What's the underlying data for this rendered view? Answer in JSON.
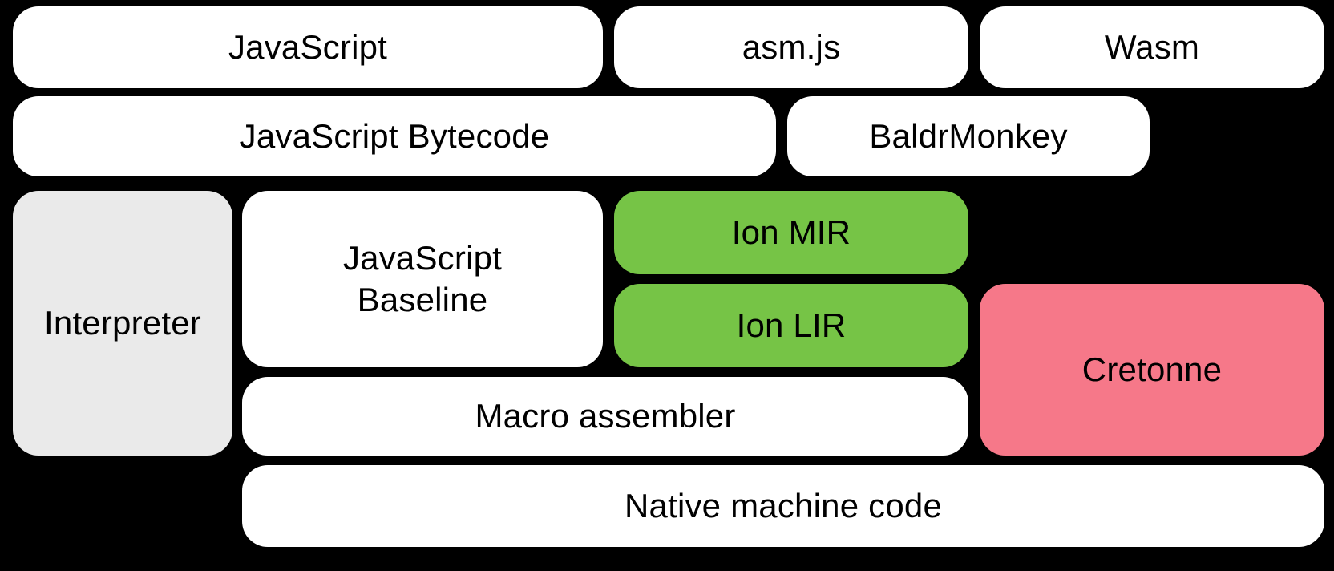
{
  "palette": {
    "background": "#000000",
    "node_default": "#FFFFFF",
    "node_interpreter": "#EAEAEA",
    "node_ion": "#76C446",
    "node_cretonne": "#F67889",
    "text": "#000000"
  },
  "nodes": {
    "javascript": {
      "label": "JavaScript"
    },
    "asmjs": {
      "label": "asm.js"
    },
    "wasm": {
      "label": "Wasm"
    },
    "javascript_bytecode": {
      "label": "JavaScript Bytecode"
    },
    "baldrmonkey": {
      "label": "BaldrMonkey"
    },
    "interpreter": {
      "label": "Interpreter"
    },
    "javascript_baseline": {
      "label": "JavaScript\nBaseline"
    },
    "ion_mir": {
      "label": "Ion MIR"
    },
    "ion_lir": {
      "label": "Ion LIR"
    },
    "cretonne": {
      "label": "Cretonne"
    },
    "macro_assembler": {
      "label": "Macro assembler"
    },
    "native_machine_code": {
      "label": "Native machine code"
    }
  }
}
